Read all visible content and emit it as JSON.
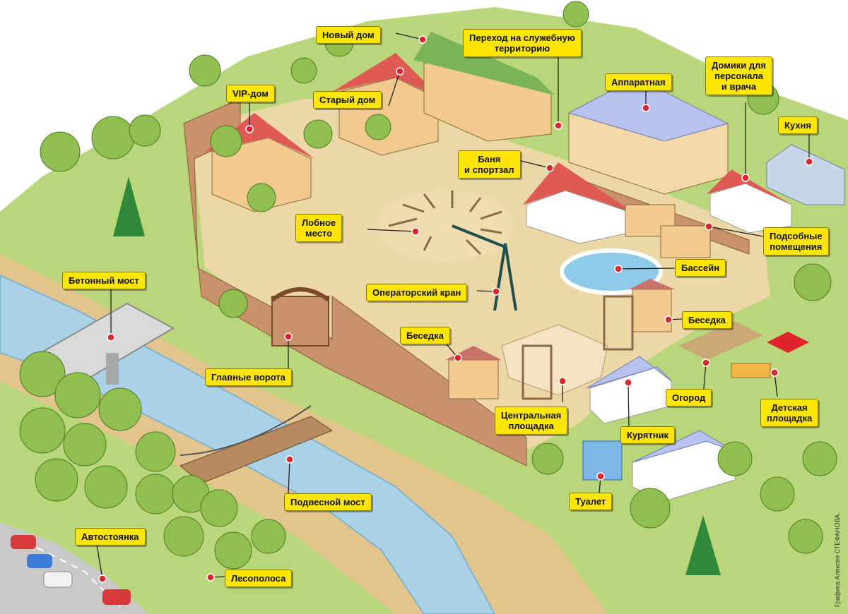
{
  "labels": {
    "new_house": "Новый дом",
    "service_passage": "Переход на служебную\nтерриторию",
    "vip_house": "VIP-дом",
    "old_house": "Старый дом",
    "control_room": "Аппаратная",
    "staff_houses": "Домики для\nперсонала\nи врача",
    "kitchen": "Кухня",
    "bath_gym": "Баня\nи спортзал",
    "execution_place": "Лобное\nместо",
    "utility_rooms": "Подсобные\nпомещения",
    "concrete_bridge": "Бетонный мост",
    "pool": "Бассейн",
    "camera_crane": "Операторский кран",
    "gazebo_right": "Беседка",
    "gazebo_left": "Беседка",
    "main_gate": "Главные ворота",
    "garden": "Огород",
    "playground": "Детская\nплощадка",
    "central_square": "Центральная\nплощадка",
    "chicken_coop": "Курятник",
    "suspension_bridge": "Подвесной мост",
    "toilet": "Туалет",
    "parking": "Автостоянка",
    "forest_belt": "Лесополоса"
  },
  "credit": "Графика Алексея СТЕФАНОВА.",
  "colors": {
    "grass": "#b9d77a",
    "sand": "#e9cf9a",
    "river": "#a9d2e6",
    "road": "#c9c9c9",
    "fence": "#c8926a",
    "label": "#ffe600",
    "pin": "#e0242b"
  }
}
